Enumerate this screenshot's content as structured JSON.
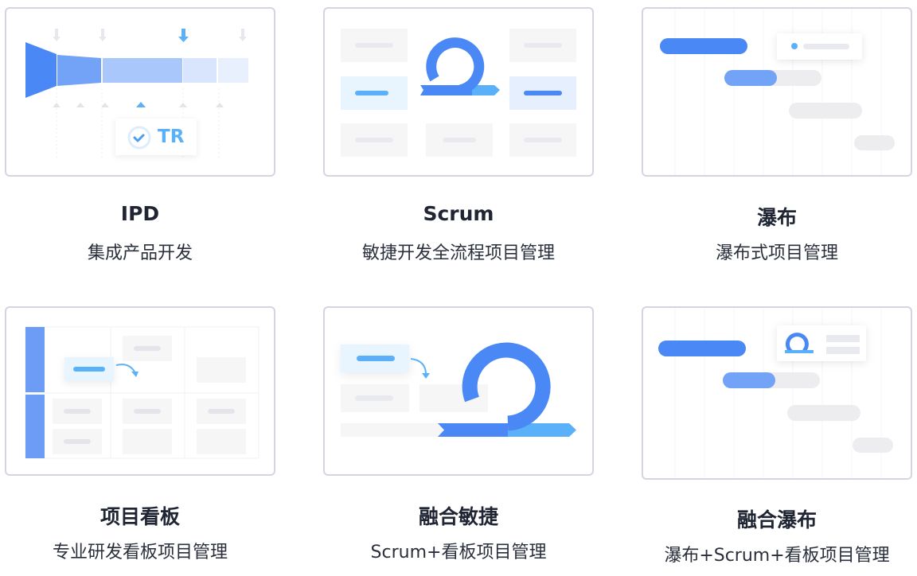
{
  "templates": [
    {
      "title": "IPD",
      "subtitle": "集成产品开发",
      "badge": "TR"
    },
    {
      "title": "Scrum",
      "subtitle": "敏捷开发全流程项目管理"
    },
    {
      "title": "瀑布",
      "subtitle": "瀑布式项目管理"
    },
    {
      "title": "项目看板",
      "subtitle": "专业研发看板项目管理"
    },
    {
      "title": "融合敏捷",
      "subtitle": "Scrum+看板项目管理"
    },
    {
      "title": "融合瀑布",
      "subtitle": "瀑布+Scrum+看板项目管理"
    }
  ],
  "colors": {
    "primary": "#4a88f5",
    "light_blue": "#5ab1f9",
    "border": "#d3d6e0",
    "gray_block": "#f6f6f7"
  }
}
